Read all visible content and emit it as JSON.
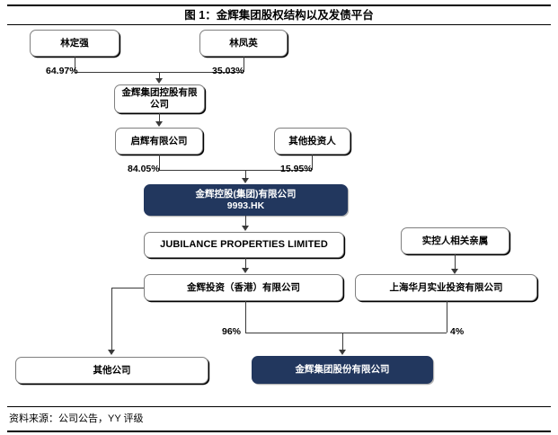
{
  "figure": {
    "title": "图 1：金辉集团股权结构以及发债平台",
    "source": "资料来源：公司公告，YY 评级"
  },
  "chart_data": {
    "type": "diagram",
    "title": "图 1：金辉集团股权结构以及发债平台",
    "nodes": [
      {
        "id": "lin_dingqiang",
        "label": "林定强",
        "style": "plain"
      },
      {
        "id": "lin_fengying",
        "label": "林凤英",
        "style": "plain"
      },
      {
        "id": "jinhui_holding_group",
        "label": "金辉集团控股有限公司",
        "style": "plain"
      },
      {
        "id": "qihui",
        "label": "启辉有限公司",
        "style": "plain"
      },
      {
        "id": "other_investors",
        "label": "其他投资人",
        "style": "plain"
      },
      {
        "id": "jinhui_hk",
        "label": "金辉控股(集团)有限公司",
        "sublabel": "9993.HK",
        "style": "accent"
      },
      {
        "id": "jubilance",
        "label": "JUBILANCE PROPERTIES LIMITED",
        "style": "plain"
      },
      {
        "id": "relatives",
        "label": "实控人相关亲属",
        "style": "plain"
      },
      {
        "id": "jinhui_invest_hk",
        "label": "金辉投资（香港）有限公司",
        "style": "plain"
      },
      {
        "id": "shanghai_huayue",
        "label": "上海华月实业投资有限公司",
        "style": "plain"
      },
      {
        "id": "other_companies",
        "label": "其他公司",
        "style": "plain"
      },
      {
        "id": "jinhui_group_co",
        "label": "金辉集团股份有限公司",
        "style": "accent"
      }
    ],
    "edges": [
      {
        "from": "lin_dingqiang",
        "to": "jinhui_holding_group",
        "label": "64.97%"
      },
      {
        "from": "lin_fengying",
        "to": "jinhui_holding_group",
        "label": "35.03%"
      },
      {
        "from": "jinhui_holding_group",
        "to": "qihui",
        "label": ""
      },
      {
        "from": "qihui",
        "to": "jinhui_hk",
        "label": "84.05%"
      },
      {
        "from": "other_investors",
        "to": "jinhui_hk",
        "label": "15.95%"
      },
      {
        "from": "jinhui_hk",
        "to": "jubilance",
        "label": ""
      },
      {
        "from": "jubilance",
        "to": "jinhui_invest_hk",
        "label": ""
      },
      {
        "from": "relatives",
        "to": "shanghai_huayue",
        "label": ""
      },
      {
        "from": "jinhui_invest_hk",
        "to": "other_companies",
        "label": ""
      },
      {
        "from": "jinhui_invest_hk",
        "to": "jinhui_group_co",
        "label": "96%"
      },
      {
        "from": "shanghai_huayue",
        "to": "jinhui_group_co",
        "label": "4%"
      }
    ],
    "colors": {
      "accent": "#22375e",
      "node_border": "#7f7f7f",
      "connector": "#3a3a3a"
    }
  },
  "labels": {
    "pct_6497": "64.97%",
    "pct_3503": "35.03%",
    "pct_8405": "84.05%",
    "pct_1595": "15.95%",
    "pct_96": "96%",
    "pct_4": "4%"
  },
  "nodes": {
    "lin_dingqiang": "林定强",
    "lin_fengying": "林凤英",
    "jinhui_holding_group": "金辉集团控股有限公司",
    "qihui": "启辉有限公司",
    "other_investors": "其他投资人",
    "jinhui_hk_line1": "金辉控股(集团)有限公司",
    "jinhui_hk_line2": "9993.HK",
    "jubilance": "JUBILANCE PROPERTIES LIMITED",
    "relatives": "实控人相关亲属",
    "jinhui_invest_hk": "金辉投资（香港）有限公司",
    "shanghai_huayue": "上海华月实业投资有限公司",
    "other_companies": "其他公司",
    "jinhui_group_co": "金辉集团股份有限公司"
  }
}
